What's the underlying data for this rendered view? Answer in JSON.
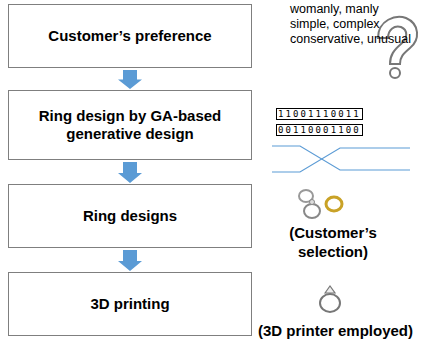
{
  "diagram": {
    "nodes": [
      {
        "text": [
          "Customer’s preference"
        ]
      },
      {
        "text": [
          "Ring design by GA-based generative design"
        ]
      },
      {
        "text": [
          "Ring designs"
        ]
      },
      {
        "text": [
          "3D printing"
        ]
      }
    ],
    "edges": [
      {
        "from": 0,
        "to": 1,
        "arrow": "to"
      },
      {
        "from": 1,
        "to": 2,
        "arrow": "to"
      },
      {
        "from": 2,
        "to": 3,
        "arrow": "to"
      }
    ],
    "labels": [
      "womanly, manly",
      "simple, complex",
      "conservative, unusual",
      "11001110011",
      "00110001100",
      "(Customer’s selection)",
      "(3D printer employed)"
    ]
  }
}
